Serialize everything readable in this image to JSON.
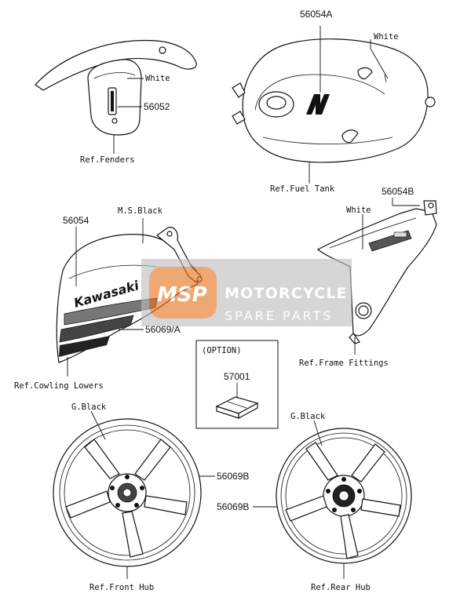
{
  "labels": {
    "fender_white": "White",
    "fender_part": "56052",
    "fender_ref": "Ref.Fenders",
    "tank_part": "56054A",
    "tank_white": "White",
    "tank_ref": "Ref.Fuel Tank",
    "cowl_part": "56054",
    "cowl_color": "M.S.Black",
    "cowl_part_b": "56069/A",
    "cowl_ref": "Ref.Cowling Lowers",
    "cowl_logo": "Kawasaki",
    "frame_part": "56054B",
    "frame_white": "White",
    "frame_ref": "Ref.Frame Fittings",
    "option_title": "(OPTION)",
    "option_part": "57001",
    "front_color": "G.Black",
    "front_part": "56069B",
    "front_ref": "Ref.Front Hub",
    "rear_color": "G.Black",
    "rear_part": "56069B",
    "rear_ref": "Ref.Rear Hub"
  },
  "watermark": {
    "logo": "MSP",
    "title": "MOTORCYCLE",
    "subtitle": "SPARE PARTS",
    "color": "#e8731e"
  }
}
